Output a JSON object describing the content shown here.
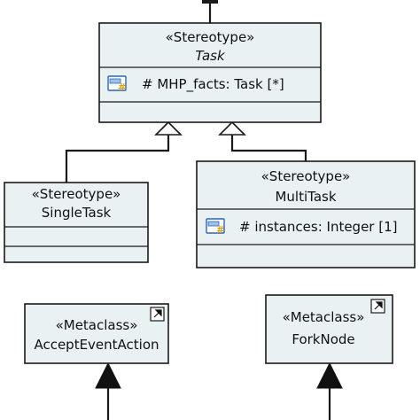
{
  "stereotypes": {
    "task": {
      "stereotype": "«Stereotype»",
      "name": "Task",
      "attribute": "# MHP_facts: Task [*]",
      "attribute_icon": "attribute-icon"
    },
    "single_task": {
      "stereotype": "«Stereotype»",
      "name": "SingleTask"
    },
    "multi_task": {
      "stereotype": "«Stereotype»",
      "name": "MultiTask",
      "attribute": "# instances: Integer [1]",
      "attribute_icon": "attribute-icon"
    }
  },
  "metaclasses": {
    "accept_event_action": {
      "stereotype": "«Metaclass»",
      "name": "AcceptEventAction",
      "shortcut_icon": "shortcut-arrow-icon"
    },
    "fork_node": {
      "stereotype": "«Metaclass»",
      "name": "ForkNode",
      "shortcut_icon": "shortcut-arrow-icon"
    }
  },
  "colors": {
    "box_fill": "#e9f1f3",
    "border": "#1a1a1a",
    "icon_blue": "#2a66b8",
    "icon_hash": "#e0a000"
  }
}
